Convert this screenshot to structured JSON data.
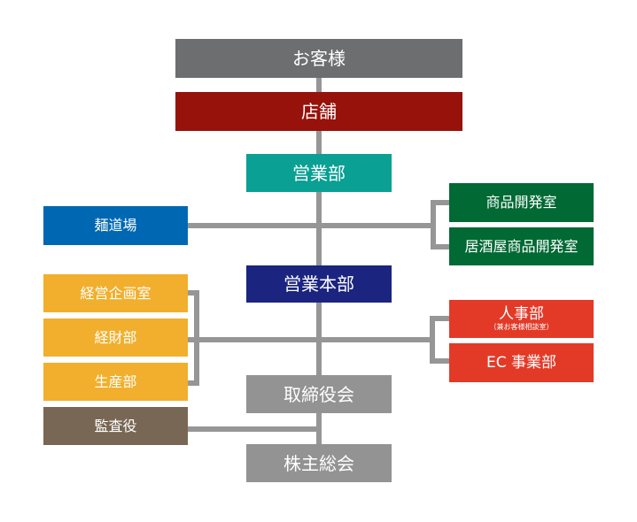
{
  "org_chart": {
    "customers": {
      "label": "お客様",
      "color": "#6d6e70"
    },
    "stores": {
      "label": "店舗",
      "color": "#96120b"
    },
    "sales_dept": {
      "label": "営業部",
      "color": "#0aa093"
    },
    "menudojo": {
      "label": "麺道場",
      "color": "#0068b3"
    },
    "product_dev": {
      "label": "商品開発室",
      "color": "#006934"
    },
    "izakaya_dev": {
      "label": "居酒屋商品開発室",
      "color": "#006934"
    },
    "sales_hq": {
      "label": "営業本部",
      "color": "#1b2580"
    },
    "corp_planning": {
      "label": "経営企画室",
      "color": "#f1af2d"
    },
    "finance": {
      "label": "経財部",
      "color": "#f1af2d"
    },
    "production": {
      "label": "生産部",
      "color": "#f1af2d"
    },
    "auditor": {
      "label": "監査役",
      "color": "#786754"
    },
    "hr": {
      "label": "人事部",
      "note": "（兼お客様相談室）",
      "color": "#e33a28"
    },
    "ec": {
      "label": "EC 事業部",
      "color": "#e33a28"
    },
    "board": {
      "label": "取締役会",
      "color": "#939393"
    },
    "shareholders": {
      "label": "株主総会",
      "color": "#939393"
    },
    "connector_color": "#969696"
  }
}
